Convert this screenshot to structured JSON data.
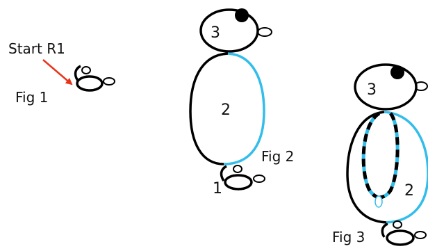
{
  "labels": {
    "start": "Start R1",
    "fig1": "Fig 1",
    "fig2": "Fig 2",
    "fig3": "Fig 3"
  },
  "parts": {
    "fig2_head": "3",
    "fig2_body": "2",
    "fig2_base": "1",
    "fig3_head": "3",
    "fig3_body": "2"
  },
  "colors": {
    "outline": "#000000",
    "accent": "#33bdea",
    "arrow": "#e8341c",
    "background": "#ffffff"
  }
}
